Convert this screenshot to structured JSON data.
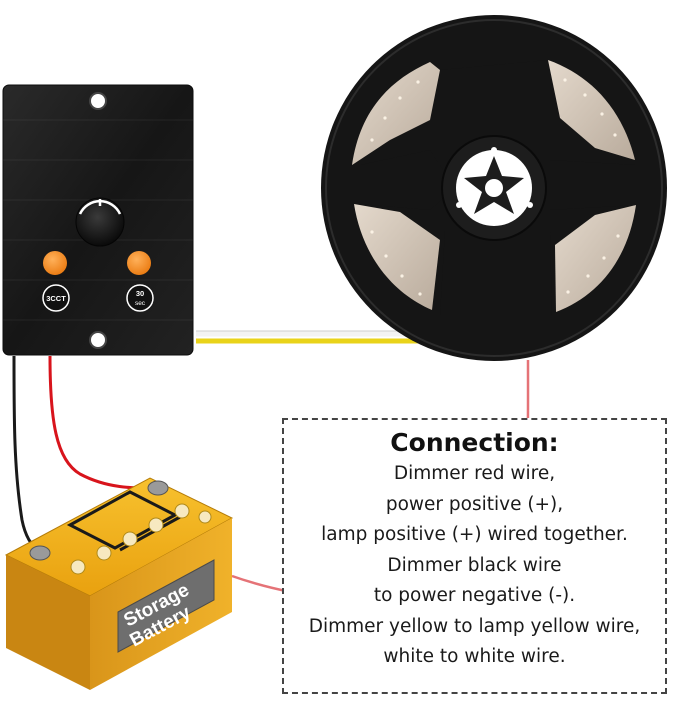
{
  "dimmer": {
    "left_button_label": "3CCT",
    "right_button_label_top": "30",
    "right_button_label_bottom": "sec"
  },
  "battery": {
    "label_line1": "Storage",
    "label_line2": "Battery"
  },
  "connection": {
    "title": "Connection:",
    "lines": [
      "Dimmer red wire,",
      "power positive (+),",
      "lamp positive (+) wired together.",
      "Dimmer black wire",
      "to power negative (-).",
      "Dimmer yellow to lamp yellow wire,",
      "white to white wire."
    ]
  },
  "colors": {
    "panel": "#1b1b1b",
    "button_orange": "#f28a1f",
    "battery_yellow": "#f2b21a",
    "wire_red": "#d8141c",
    "wire_yellow": "#e9d31a",
    "reel": "#151515"
  }
}
